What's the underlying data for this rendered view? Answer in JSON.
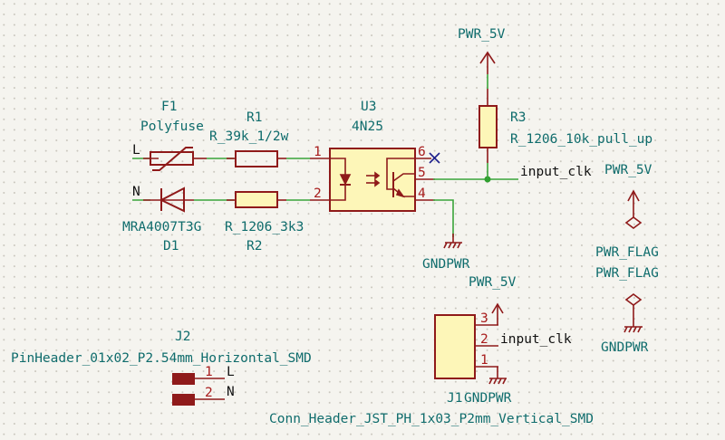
{
  "schematic": {
    "colors": {
      "background": "#f5f4ef",
      "wire": "#3aa33a",
      "symbol": "#8f1a1a",
      "symbol_fill": "#fdf6b8",
      "reference_text": "#0f6c6c",
      "pin_number": "#a81c1c",
      "net_label": "#111111",
      "no_connect": "#1d1f8a"
    },
    "components": {
      "F1": {
        "reference": "F1",
        "value": "Polyfuse"
      },
      "R1": {
        "reference": "R1",
        "value": "R_39k_1/2w"
      },
      "D1": {
        "reference": "D1",
        "value": "MRA4007T3G"
      },
      "R2": {
        "reference": "R2",
        "value": "R_1206_3k3"
      },
      "U3": {
        "reference": "U3",
        "value": "4N25",
        "pins": [
          "1",
          "2",
          "6",
          "5",
          "4"
        ]
      },
      "R3": {
        "reference": "R3",
        "value": "R_1206_10k_pull_up"
      },
      "J1": {
        "reference": "J1",
        "value": "Conn_Header_JST_PH_1x03_P2mm_Vertical_SMD",
        "pins": [
          "3",
          "2",
          "1"
        ]
      },
      "J2": {
        "reference": "J2",
        "value": "PinHeader_01x02_P2.54mm_Horizontal_SMD",
        "pins": [
          "1",
          "2"
        ]
      }
    },
    "power_symbols": {
      "pwr5v_r3": "PWR_5V",
      "pwr5v_flag": "PWR_5V",
      "pwr5v_j1": "PWR_5V",
      "gnd_u3": "GNDPWR",
      "gnd_flag": "GNDPWR",
      "gnd_j1": "GNDPWR",
      "pwr_flag_1": "PWR_FLAG",
      "pwr_flag_2": "PWR_FLAG"
    },
    "net_labels": {
      "L_input": "L",
      "N_input": "N",
      "input_clk_u3": "input_clk",
      "input_clk_j1": "input_clk",
      "J2_L": "L",
      "J2_N": "N"
    }
  }
}
